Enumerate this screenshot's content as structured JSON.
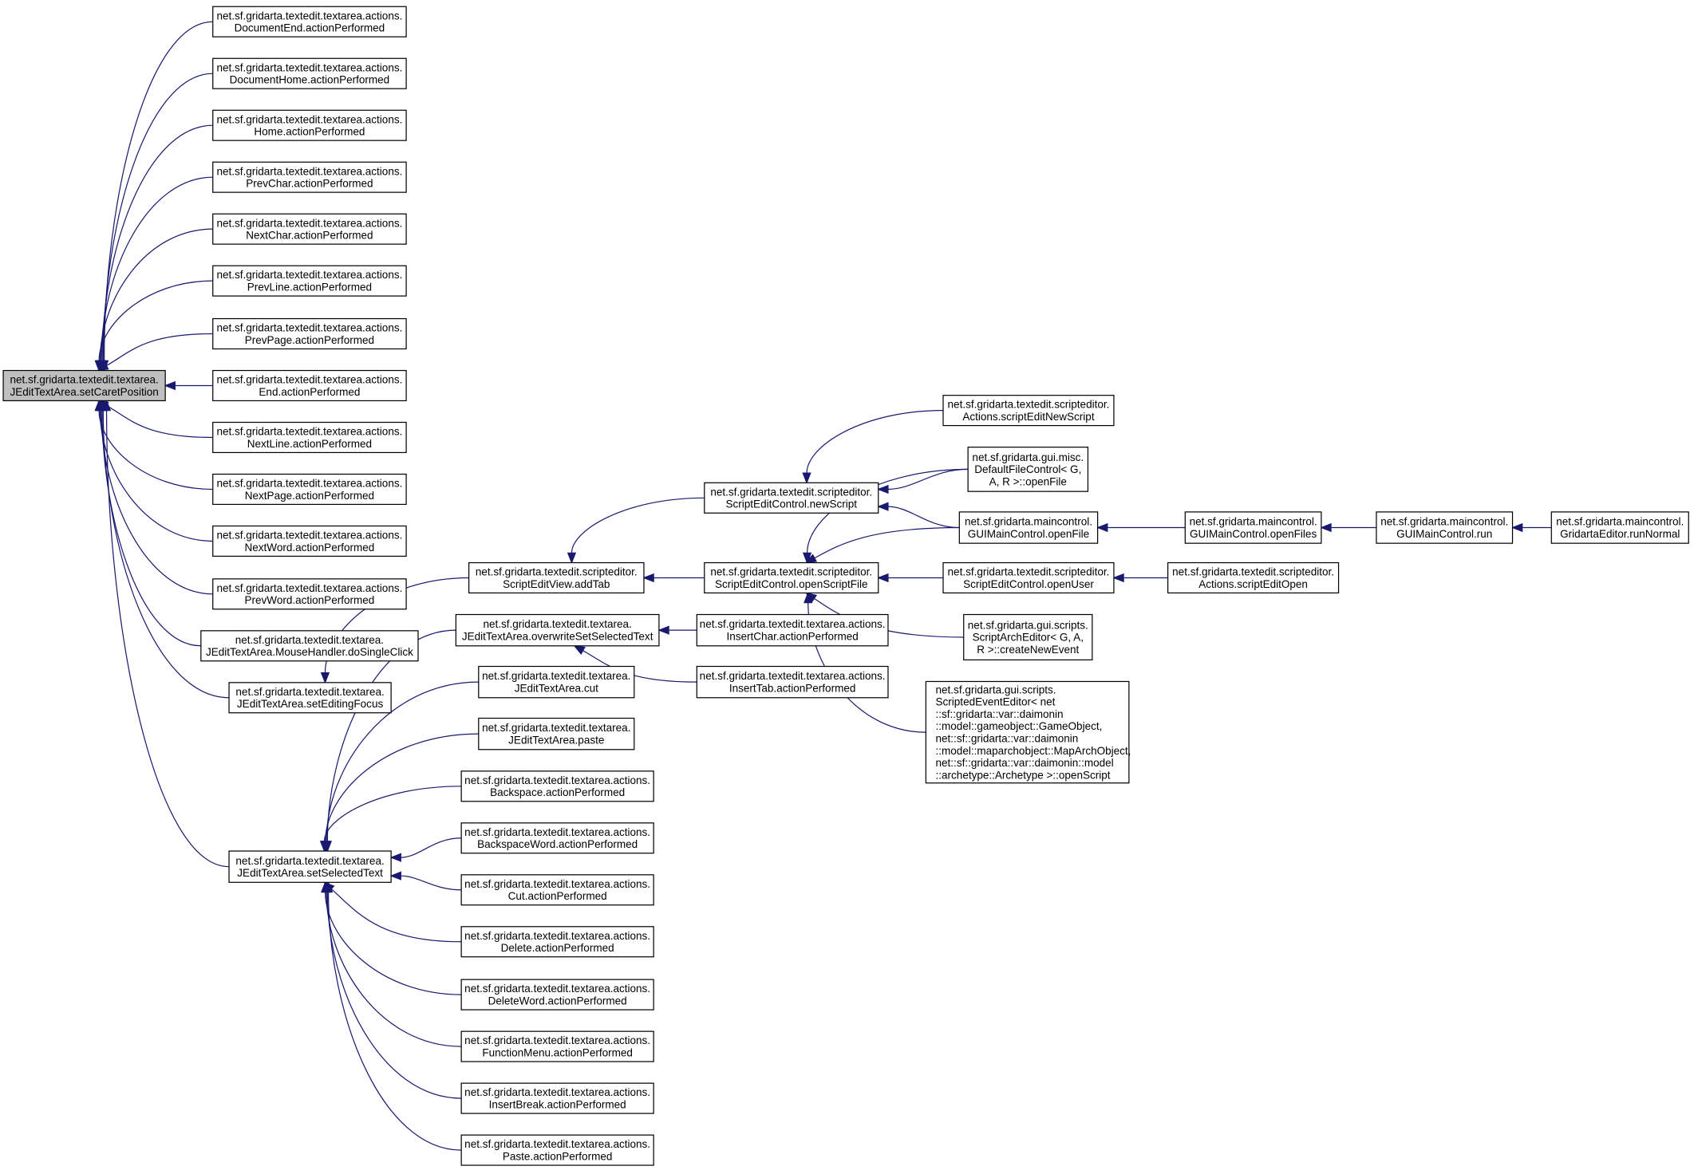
{
  "colors": {
    "edge": "#191970",
    "root_fill": "#bfbfbf",
    "node_border": "#000000"
  },
  "nodes": [
    {
      "id": "root",
      "lines": [
        "net.sf.gridarta.textedit.textarea.",
        "JEditTextArea.setCaretPosition"
      ]
    },
    {
      "id": "docEnd",
      "lines": [
        "net.sf.gridarta.textedit.textarea.actions.",
        "DocumentEnd.actionPerformed"
      ]
    },
    {
      "id": "docHome",
      "lines": [
        "net.sf.gridarta.textedit.textarea.actions.",
        "DocumentHome.actionPerformed"
      ]
    },
    {
      "id": "home",
      "lines": [
        "net.sf.gridarta.textedit.textarea.actions.",
        "Home.actionPerformed"
      ]
    },
    {
      "id": "prevChar",
      "lines": [
        "net.sf.gridarta.textedit.textarea.actions.",
        "PrevChar.actionPerformed"
      ]
    },
    {
      "id": "nextChar",
      "lines": [
        "net.sf.gridarta.textedit.textarea.actions.",
        "NextChar.actionPerformed"
      ]
    },
    {
      "id": "prevLine",
      "lines": [
        "net.sf.gridarta.textedit.textarea.actions.",
        "PrevLine.actionPerformed"
      ]
    },
    {
      "id": "prevPage",
      "lines": [
        "net.sf.gridarta.textedit.textarea.actions.",
        "PrevPage.actionPerformed"
      ]
    },
    {
      "id": "end",
      "lines": [
        "net.sf.gridarta.textedit.textarea.actions.",
        "End.actionPerformed"
      ]
    },
    {
      "id": "nextLine",
      "lines": [
        "net.sf.gridarta.textedit.textarea.actions.",
        "NextLine.actionPerformed"
      ]
    },
    {
      "id": "nextPage",
      "lines": [
        "net.sf.gridarta.textedit.textarea.actions.",
        "NextPage.actionPerformed"
      ]
    },
    {
      "id": "nextWord",
      "lines": [
        "net.sf.gridarta.textedit.textarea.actions.",
        "NextWord.actionPerformed"
      ]
    },
    {
      "id": "prevWord",
      "lines": [
        "net.sf.gridarta.textedit.textarea.actions.",
        "PrevWord.actionPerformed"
      ]
    },
    {
      "id": "mouseHandler",
      "lines": [
        "net.sf.gridarta.textedit.textarea.",
        "JEditTextArea.MouseHandler.doSingleClick"
      ]
    },
    {
      "id": "setEditingFocus",
      "lines": [
        "net.sf.gridarta.textedit.textarea.",
        "JEditTextArea.setEditingFocus"
      ]
    },
    {
      "id": "setSelectedText",
      "lines": [
        "net.sf.gridarta.textedit.textarea.",
        "JEditTextArea.setSelectedText"
      ]
    },
    {
      "id": "addTab",
      "lines": [
        "net.sf.gridarta.textedit.scripteditor.",
        "ScriptEditView.addTab"
      ]
    },
    {
      "id": "overwrite",
      "lines": [
        "net.sf.gridarta.textedit.textarea.",
        "JEditTextArea.overwriteSetSelectedText"
      ]
    },
    {
      "id": "cut",
      "lines": [
        "net.sf.gridarta.textedit.textarea.",
        "JEditTextArea.cut"
      ]
    },
    {
      "id": "paste",
      "lines": [
        "net.sf.gridarta.textedit.textarea.",
        "JEditTextArea.paste"
      ]
    },
    {
      "id": "backspace",
      "lines": [
        "net.sf.gridarta.textedit.textarea.actions.",
        "Backspace.actionPerformed"
      ]
    },
    {
      "id": "backspaceWord",
      "lines": [
        "net.sf.gridarta.textedit.textarea.actions.",
        "BackspaceWord.actionPerformed"
      ]
    },
    {
      "id": "cutAction",
      "lines": [
        "net.sf.gridarta.textedit.textarea.actions.",
        "Cut.actionPerformed"
      ]
    },
    {
      "id": "delete",
      "lines": [
        "net.sf.gridarta.textedit.textarea.actions.",
        "Delete.actionPerformed"
      ]
    },
    {
      "id": "deleteWord",
      "lines": [
        "net.sf.gridarta.textedit.textarea.actions.",
        "DeleteWord.actionPerformed"
      ]
    },
    {
      "id": "functionMenu",
      "lines": [
        "net.sf.gridarta.textedit.textarea.actions.",
        "FunctionMenu.actionPerformed"
      ]
    },
    {
      "id": "insertBreak",
      "lines": [
        "net.sf.gridarta.textedit.textarea.actions.",
        "InsertBreak.actionPerformed"
      ]
    },
    {
      "id": "pasteAction",
      "lines": [
        "net.sf.gridarta.textedit.textarea.actions.",
        "Paste.actionPerformed"
      ]
    },
    {
      "id": "newScript",
      "lines": [
        "net.sf.gridarta.textedit.scripteditor.",
        "ScriptEditControl.newScript"
      ]
    },
    {
      "id": "openScriptFile",
      "lines": [
        "net.sf.gridarta.textedit.scripteditor.",
        "ScriptEditControl.openScriptFile"
      ]
    },
    {
      "id": "insertChar",
      "lines": [
        "net.sf.gridarta.textedit.textarea.actions.",
        "InsertChar.actionPerformed"
      ]
    },
    {
      "id": "insertTab",
      "lines": [
        "net.sf.gridarta.textedit.textarea.actions.",
        "InsertTab.actionPerformed"
      ]
    },
    {
      "id": "scriptEditNewScript",
      "lines": [
        "net.sf.gridarta.textedit.scripteditor.",
        "Actions.scriptEditNewScript"
      ]
    },
    {
      "id": "defaultFileControl",
      "lines": [
        "net.sf.gridarta.gui.misc.",
        "DefaultFileControl< G,",
        "A, R >::openFile"
      ]
    },
    {
      "id": "guiOpenFile",
      "lines": [
        "net.sf.gridarta.maincontrol.",
        "GUIMainControl.openFile"
      ]
    },
    {
      "id": "openUser",
      "lines": [
        "net.sf.gridarta.textedit.scripteditor.",
        "ScriptEditControl.openUser"
      ]
    },
    {
      "id": "scriptArchEditor",
      "lines": [
        "net.sf.gridarta.gui.scripts.",
        "ScriptArchEditor< G, A,",
        "R >::createNewEvent"
      ]
    },
    {
      "id": "scriptedEventEditor",
      "lines": [
        "net.sf.gridarta.gui.scripts.",
        "ScriptedEventEditor< net",
        "::sf::gridarta::var::daimonin",
        "::model::gameobject::GameObject,",
        " net::sf::gridarta::var::daimonin",
        "::model::maparchobject::MapArchObject,",
        " net::sf::gridarta::var::daimonin::model",
        "   ::archetype::Archetype >::openScript"
      ]
    },
    {
      "id": "openFiles",
      "lines": [
        "net.sf.gridarta.maincontrol.",
        "GUIMainControl.openFiles"
      ]
    },
    {
      "id": "scriptEditOpen",
      "lines": [
        "net.sf.gridarta.textedit.scripteditor.",
        "Actions.scriptEditOpen"
      ]
    },
    {
      "id": "run",
      "lines": [
        "net.sf.gridarta.maincontrol.",
        "GUIMainControl.run"
      ]
    },
    {
      "id": "runNormal",
      "lines": [
        "net.sf.gridarta.maincontrol.",
        "GridartaEditor.runNormal"
      ]
    }
  ],
  "edges": [
    [
      "docEnd",
      "root"
    ],
    [
      "docHome",
      "root"
    ],
    [
      "home",
      "root"
    ],
    [
      "prevChar",
      "root"
    ],
    [
      "nextChar",
      "root"
    ],
    [
      "prevLine",
      "root"
    ],
    [
      "prevPage",
      "root"
    ],
    [
      "end",
      "root"
    ],
    [
      "nextLine",
      "root"
    ],
    [
      "nextPage",
      "root"
    ],
    [
      "nextWord",
      "root"
    ],
    [
      "prevWord",
      "root"
    ],
    [
      "mouseHandler",
      "root"
    ],
    [
      "setEditingFocus",
      "root"
    ],
    [
      "setSelectedText",
      "root"
    ],
    [
      "addTab",
      "setEditingFocus"
    ],
    [
      "overwrite",
      "setSelectedText"
    ],
    [
      "cut",
      "setSelectedText"
    ],
    [
      "paste",
      "setSelectedText"
    ],
    [
      "backspace",
      "setSelectedText"
    ],
    [
      "backspaceWord",
      "setSelectedText"
    ],
    [
      "cutAction",
      "setSelectedText"
    ],
    [
      "delete",
      "setSelectedText"
    ],
    [
      "deleteWord",
      "setSelectedText"
    ],
    [
      "functionMenu",
      "setSelectedText"
    ],
    [
      "insertBreak",
      "setSelectedText"
    ],
    [
      "pasteAction",
      "setSelectedText"
    ],
    [
      "newScript",
      "addTab"
    ],
    [
      "openScriptFile",
      "addTab"
    ],
    [
      "insertChar",
      "overwrite"
    ],
    [
      "insertTab",
      "overwrite"
    ],
    [
      "scriptEditNewScript",
      "newScript"
    ],
    [
      "defaultFileControl",
      "newScript"
    ],
    [
      "guiOpenFile",
      "newScript"
    ],
    [
      "defaultFileControl",
      "openScriptFile"
    ],
    [
      "guiOpenFile",
      "openScriptFile"
    ],
    [
      "openUser",
      "openScriptFile"
    ],
    [
      "scriptArchEditor",
      "openScriptFile"
    ],
    [
      "scriptedEventEditor",
      "openScriptFile"
    ],
    [
      "openFiles",
      "guiOpenFile"
    ],
    [
      "scriptEditOpen",
      "openUser"
    ],
    [
      "run",
      "openFiles"
    ],
    [
      "runNormal",
      "run"
    ]
  ]
}
